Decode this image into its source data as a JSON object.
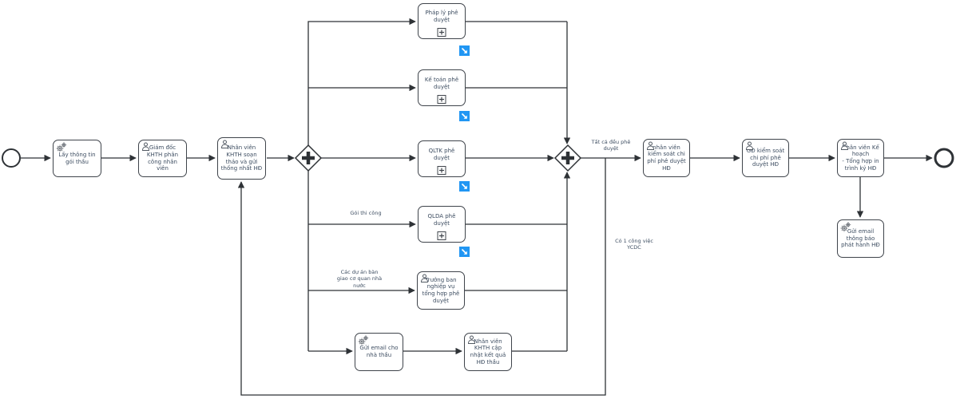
{
  "colors": {
    "flow_line": "#2e3236",
    "node_border": "#3f444b",
    "text": "#3d4d61",
    "link_badge_bg": "#2196f3",
    "link_badge_arrow": "#ffffff"
  },
  "tasks": [
    {
      "id": "lay-thong-tin-goi-thau",
      "label": "Lấy thông tin gói thầu",
      "type": "service"
    },
    {
      "id": "giam-doc-phan-cong",
      "label": "Giám đốc KHTH phân công nhân viên",
      "type": "user"
    },
    {
      "id": "soan-thao-hop-dong",
      "label": "Nhân viên KHTH soạn thảo và gửi thống nhất HĐ",
      "type": "user"
    },
    {
      "id": "phap-ly-phe-duyet",
      "label": "Pháp lý phê duyệt",
      "type": "subprocess"
    },
    {
      "id": "ke-toan-phe-duyet",
      "label": "Kế toán phê duyệt",
      "type": "subprocess"
    },
    {
      "id": "qltk-phe-duyet",
      "label": "QLTK phê duyệt",
      "type": "subprocess"
    },
    {
      "id": "qlda-phe-duyet",
      "label": "QLDA phê duyệt",
      "type": "subprocess"
    },
    {
      "id": "truong-ban-nghiep-vu",
      "label": "Trưởng ban nghiệp vụ tổng hợp phê duyệt",
      "type": "user"
    },
    {
      "id": "gui-email-nha-thau",
      "label": "Gửi email cho nhà thầu",
      "type": "service"
    },
    {
      "id": "cap-nhat-ket-qua",
      "label": "Nhân viên KHTH cập nhật kết quả HĐ thầu",
      "type": "user"
    },
    {
      "id": "kiem-soat-chi-phi",
      "label": "nhân viên kiểm soát chi phí phê duyệt HĐ",
      "type": "user"
    },
    {
      "id": "gd-kiem-soat-chi-phi",
      "label": "GĐ kiểm soát chi phí phê duyệt HĐ",
      "type": "user"
    },
    {
      "id": "ke-hoach-trinh-ky",
      "label": "Nhân viên Kế hoạch\n- Tổng hợp in trình ký HĐ",
      "type": "user"
    },
    {
      "id": "gui-email-phat-hanh",
      "label": "Gửi email thông báo phát hành HĐ",
      "type": "service"
    }
  ],
  "gateways": [
    {
      "id": "parallel-split",
      "type": "parallel"
    },
    {
      "id": "parallel-join",
      "type": "parallel"
    }
  ],
  "events": [
    {
      "id": "start-event",
      "type": "start"
    },
    {
      "id": "end-event",
      "type": "end"
    }
  ],
  "edge_labels": [
    {
      "id": "goi-thi-cong",
      "text": "Gói thi công"
    },
    {
      "id": "cac-du-an",
      "text": "Các dự án bàn giao cơ quan nhà nước"
    },
    {
      "id": "tat-ca-phe-duyet",
      "text": "Tất cả đều phê duyệt"
    },
    {
      "id": "co-cong-viec-ycdc",
      "text": "Có 1 công việc YCDC"
    }
  ]
}
